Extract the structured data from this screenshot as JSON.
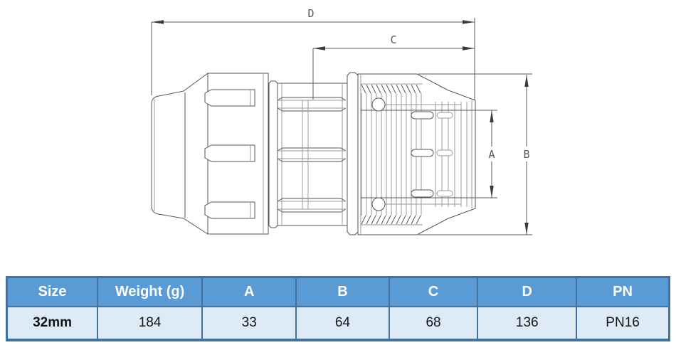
{
  "diagram": {
    "description": "Technical side-view drawing of a compression pipe coupling fitting with dimension lines",
    "dim_labels": {
      "d": "D",
      "c": "C",
      "a": "A",
      "b": "B"
    }
  },
  "table": {
    "headers": [
      "Size",
      "Weight (g)",
      "A",
      "B",
      "C",
      "D",
      "PN"
    ],
    "rows": [
      [
        "32mm",
        "184",
        "33",
        "64",
        "68",
        "136",
        "PN16"
      ]
    ]
  },
  "colors": {
    "table_header_bg": "#5B9BD5",
    "table_border": "#41719C",
    "table_row_bg": "#DEEBF7",
    "header_text": "#FFFFFF",
    "drawing_line": "#555555"
  }
}
